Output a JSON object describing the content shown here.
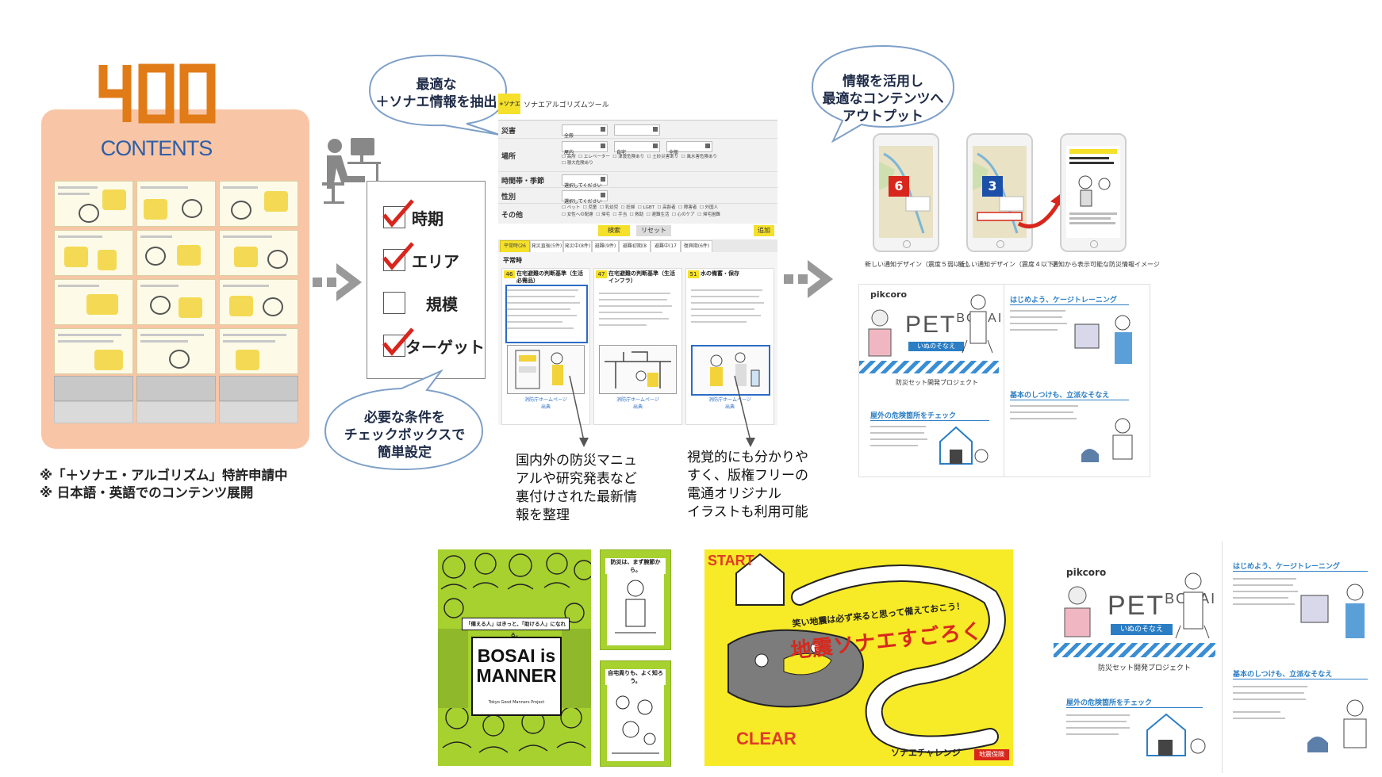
{
  "left_block": {
    "count": "400",
    "label": "CONTENTS",
    "notes": [
      "※「＋ソナエ・アルゴリズム」特許申請中",
      "※ 日本語・英語でのコンテンツ展開"
    ]
  },
  "checklist": {
    "items": [
      {
        "label": "時期",
        "checked": true
      },
      {
        "label": "エリア",
        "checked": true
      },
      {
        "label": "規模",
        "checked": false
      },
      {
        "label": "ターゲット",
        "checked": true
      }
    ]
  },
  "bubbles": {
    "extract": [
      "最適な",
      "＋ソナエ情報を抽出"
    ],
    "conditions": [
      "必要な条件を",
      "チェックボックスで",
      "簡単設定"
    ],
    "output": [
      "情報を活用し",
      "最適なコンテンツへ",
      "アウトプット"
    ]
  },
  "tool": {
    "logo": "+ソナエ",
    "title": "ソナエアルゴリズムツール",
    "rows": [
      {
        "label": "災害"
      },
      {
        "label": "場所"
      },
      {
        "label": "時間帯・季節"
      },
      {
        "label": "性別"
      },
      {
        "label": "その他"
      }
    ],
    "select_placeholder": "選択してください",
    "select_all": "全般",
    "place_options": [
      "屋内",
      "自宅",
      "全般"
    ],
    "place_checks": [
      "高所",
      "エレベーター",
      "津波危険あり",
      "土砂災害あり",
      "風水害危険あり",
      "積大危険あり"
    ],
    "other_checks": [
      "ペット",
      "児童",
      "乳幼児",
      "妊婦",
      "LGBT",
      "高齢者",
      "障害者",
      "外国人",
      "女性への配慮",
      "帰宅",
      "手当",
      "救助",
      "避難生活",
      "心のケア",
      "帰宅困難"
    ],
    "search_label": "検索",
    "reset_label": "リセット",
    "add_label": "追加",
    "tabs": [
      "平常時(26件)",
      "発災直後(5件)",
      "発災中(8件)",
      "避難(9件)",
      "避難初期(8件)",
      "避難中(17件)",
      "復興期(6件)"
    ],
    "section": "平常時",
    "cards": [
      {
        "num": "46",
        "title": "在宅避難の判断基準（生活必需品）",
        "source": "消防庁ホームページ",
        "source2": "出典"
      },
      {
        "num": "47",
        "title": "在宅避難の判断基準（生活インフラ）",
        "source": "消防庁ホームページ",
        "source2": "出典"
      },
      {
        "num": "51",
        "title": "水の備蓄・保存",
        "source": "消防庁ホームページ",
        "source2": "出典"
      }
    ]
  },
  "descriptions": {
    "research": [
      "国内外の防災マニュ",
      "アルや研究発表など",
      "裏付けされた最新情",
      "報を整理"
    ],
    "illustration": [
      "視覚的にも分かりや",
      "すく、版権フリーの",
      "電通オリジナル",
      "イラストも利用可能"
    ]
  },
  "phones": {
    "captions": [
      "新しい通知デザイン（震度５弱以上）",
      "新しい通知デザイン（震度４以下）",
      "通知から表示可能な防災情報イメージ"
    ],
    "intensity_1": "6",
    "intensity_2": "3"
  },
  "petbosai": {
    "brand": "pikcoro",
    "title_a": "PET",
    "title_b": "BOSAI",
    "sub": "いぬのそなえ",
    "project": "防災セット開発プロジェクト",
    "sections": [
      "はじめよう、ケージトレーニング",
      "屋外の危険箇所をチェック",
      "基本のしつけも、立派なそなえ"
    ]
  },
  "bosai_manner": {
    "tagline": "「備える人」はきっと、「助ける人」になれる。",
    "title": "BOSAI is MANNER",
    "org": "Tokyo Good Manners Project",
    "panel1": "防災は、まず腕節から。",
    "panel2": "自宅周りも、よく知ろう。"
  },
  "sugoroku": {
    "start": "START",
    "subtitle": "笑い地震は必ず来ると思って備えておこう！",
    "title": "地震ソナエすごろく",
    "clear": "CLEAR",
    "footer": "ソナエチャレンジ",
    "badge": "地震保険"
  },
  "colors": {
    "orange": "#f8c6a6",
    "big400": "#e07b18",
    "blue": "#2d5ea8",
    "bubble_border": "#7ea0c8",
    "check_red": "#d8261c",
    "yellow": "#f5e02a",
    "green": "#a6d12f"
  }
}
